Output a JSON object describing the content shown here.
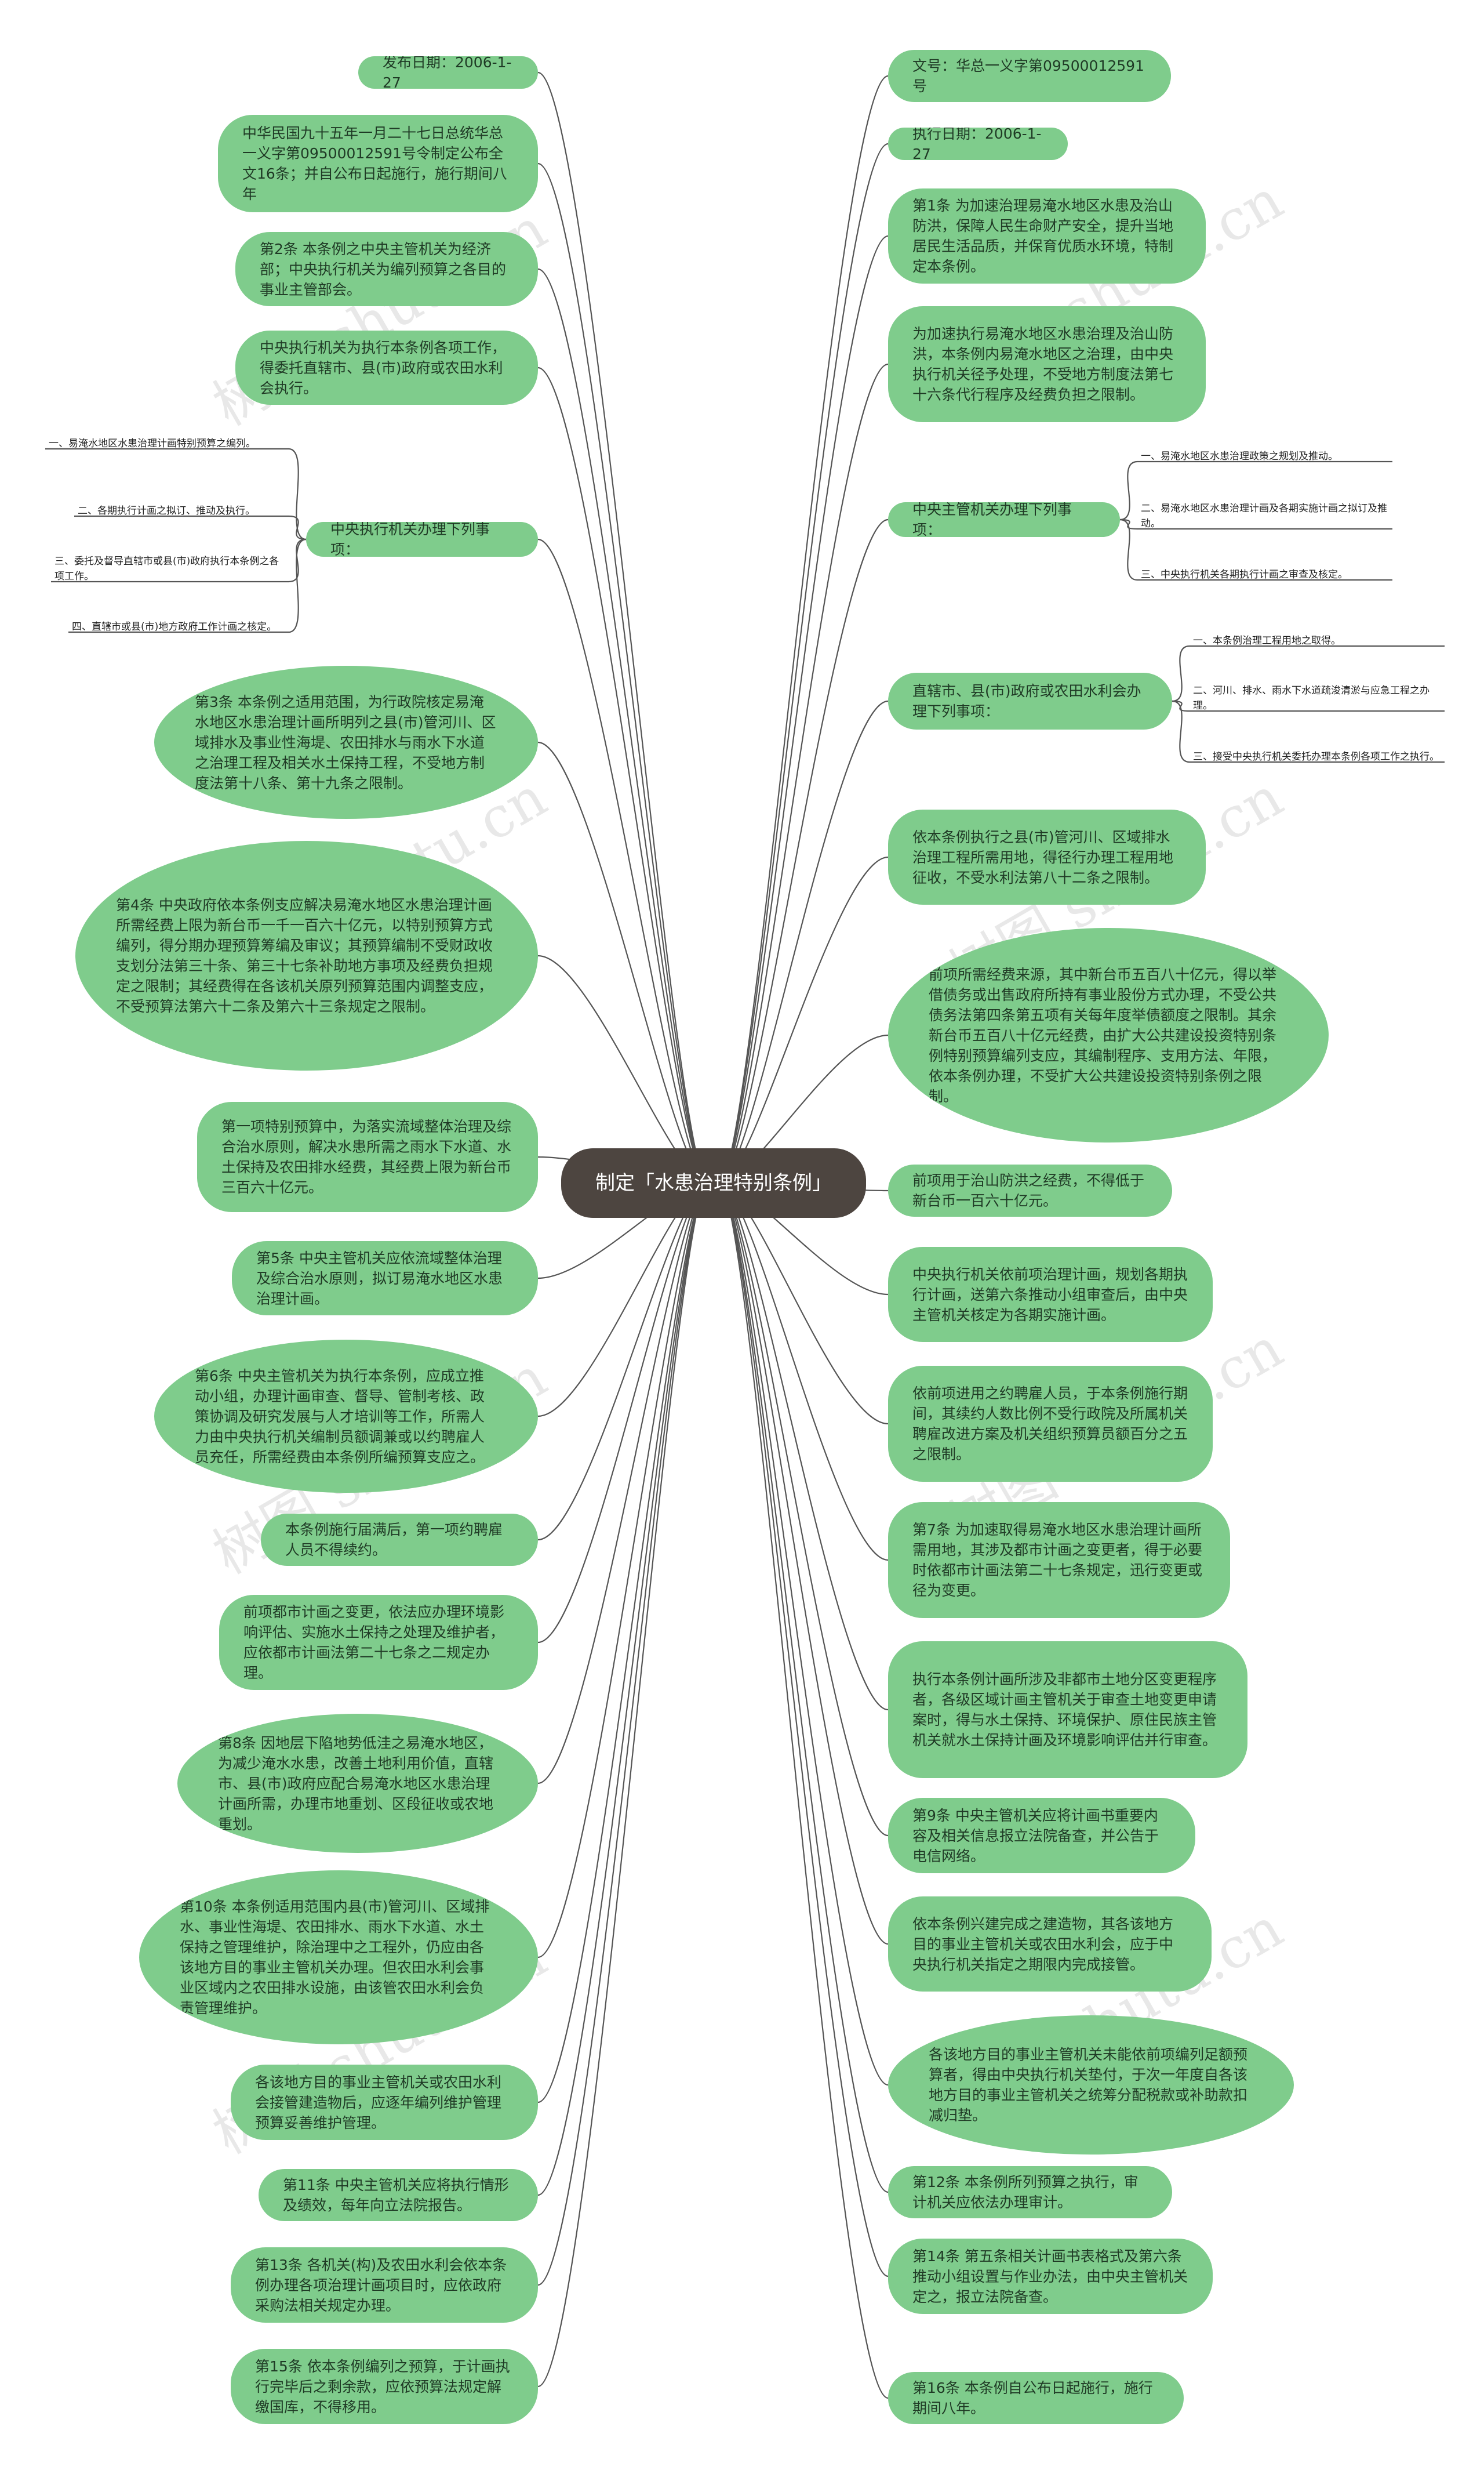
{
  "root": {
    "text": "制定「水患治理特别条例」"
  },
  "left": [
    {
      "text": "发布日期：2006-1-27"
    },
    {
      "text": "中华民国九十五年一月二十七日总统华总一义字第09500012591号令制定公布全文16条；并自公布日起施行，施行期间八年"
    },
    {
      "text": "第2条 本条例之中央主管机关为经济部；中央执行机关为编列预算之各目的事业主管部会。"
    },
    {
      "text": "中央执行机关为执行本条例各项工作，得委托直辖市、县(市)政府或农田水利会执行。"
    },
    {
      "text": "中央执行机关办理下列事项："
    },
    {
      "text": "第3条 本条例之适用范围，为行政院核定易淹水地区水患治理计画所明列之县(市)管河川、区域排水及事业性海堤、农田排水与雨水下水道之治理工程及相关水土保持工程，不受地方制度法第十八条、第十九条之限制。"
    },
    {
      "text": "第4条 中央政府依本条例支应解决易淹水地区水患治理计画所需经费上限为新台币一千一百六十亿元，以特别预算方式编列，得分期办理预算筹编及审议；其预算编制不受财政收支划分法第三十条、第三十七条补助地方事项及经费负担规定之限制；其经费得在各该机关原列预算范围内调整支应，不受预算法第六十二条及第六十三条规定之限制。"
    },
    {
      "text": "第一项特别预算中，为落实流域整体治理及综合治水原则，解决水患所需之雨水下水道、水土保持及农田排水经费，其经费上限为新台币三百六十亿元。"
    },
    {
      "text": "第5条 中央主管机关应依流域整体治理及综合治水原则，拟订易淹水地区水患治理计画。"
    },
    {
      "text": "第6条 中央主管机关为执行本条例，应成立推动小组，办理计画审查、督导、管制考核、政策协调及研究发展与人才培训等工作，所需人力由中央执行机关编制员额调兼或以约聘雇人员充任，所需经费由本条例所编预算支应之。"
    },
    {
      "text": "本条例施行届满后，第一项约聘雇人员不得续约。"
    },
    {
      "text": "前项都市计画之变更，依法应办理环境影响评估、实施水土保持之处理及维护者，应依都市计画法第二十七条之二规定办理。"
    },
    {
      "text": "第8条 因地层下陷地势低洼之易淹水地区，为减少淹水水患，改善土地利用价值，直辖市、县(市)政府应配合易淹水地区水患治理计画所需，办理市地重划、区段征收或农地重划。"
    },
    {
      "text": "第10条 本条例适用范围内县(市)管河川、区域排水、事业性海堤、农田排水、雨水下水道、水土保持之管理维护，除治理中之工程外，仍应由各该地方目的事业主管机关办理。但农田水利会事业区域内之农田排水设施，由该管农田水利会负责管理维护。"
    },
    {
      "text": "各该地方目的事业主管机关或农田水利会接管建造物后，应逐年编列维护管理预算妥善维护管理。"
    },
    {
      "text": "第11条 中央主管机关应将执行情形及绩效，每年向立法院报告。"
    },
    {
      "text": "第13条 各机关(构)及农田水利会依本条例办理各项治理计画项目时，应依政府采购法相关规定办理。"
    },
    {
      "text": "第15条 依本条例编列之预算，于计画执行完毕后之剩余款，应依预算法规定解缴国库，不得移用。"
    }
  ],
  "left_leaves": [
    {
      "text": "一、易淹水地区水患治理计画特别预算之编列。"
    },
    {
      "text": "二、各期执行计画之拟订、推动及执行。"
    },
    {
      "text": "三、委托及督导直辖市或县(市)政府执行本条例之各项工作。"
    },
    {
      "text": "四、直辖市或县(市)地方政府工作计画之核定。"
    }
  ],
  "right": [
    {
      "text": "文号：华总一义字第09500012591号"
    },
    {
      "text": "执行日期：2006-1-27"
    },
    {
      "text": "第1条 为加速治理易淹水地区水患及治山防洪，保障人民生命财产安全，提升当地居民生活品质，并保育优质水环境，特制定本条例。"
    },
    {
      "text": "为加速执行易淹水地区水患治理及治山防洪，本条例内易淹水地区之治理，由中央执行机关径予处理，不受地方制度法第七十六条代行程序及经费负担之限制。"
    },
    {
      "text": "中央主管机关办理下列事项："
    },
    {
      "text": "直辖市、县(市)政府或农田水利会办理下列事项："
    },
    {
      "text": "依本条例执行之县(市)管河川、区域排水治理工程所需用地，得径行办理工程用地征收，不受水利法第八十二条之限制。"
    },
    {
      "text": "前项所需经费来源，其中新台币五百八十亿元，得以举借债务或出售政府所持有事业股份方式办理，不受公共债务法第四条第五项有关每年度举债额度之限制。其余新台币五百八十亿元经费，由扩大公共建设投资特别条例特别预算编列支应，其编制程序、支用方法、年限，依本条例办理，不受扩大公共建设投资特别条例之限制。"
    },
    {
      "text": "前项用于治山防洪之经费，不得低于新台币一百六十亿元。"
    },
    {
      "text": "中央执行机关依前项治理计画，规划各期执行计画，送第六条推动小组审查后，由中央主管机关核定为各期实施计画。"
    },
    {
      "text": "依前项进用之约聘雇人员，于本条例施行期间，其续约人数比例不受行政院及所属机关聘雇改进方案及机关组织预算员额百分之五之限制。"
    },
    {
      "text": "第7条 为加速取得易淹水地区水患治理计画所需用地，其涉及都市计画之变更者，得于必要时依都市计画法第二十七条规定，迅行变更或径为变更。"
    },
    {
      "text": "执行本条例计画所涉及非都市土地分区变更程序者，各级区域计画主管机关于审查土地变更申请案时，得与水土保持、环境保护、原住民族主管机关就水土保持计画及环境影响评估并行审查。"
    },
    {
      "text": "第9条 中央主管机关应将计画书重要内容及相关信息报立法院备查，并公告于电信网络。"
    },
    {
      "text": "依本条例兴建完成之建造物，其各该地方目的事业主管机关或农田水利会，应于中央执行机关指定之期限内完成接管。"
    },
    {
      "text": "各该地方目的事业主管机关未能依前项编列足额预算者，得由中央执行机关垫付，于次一年度自各该地方目的事业主管机关之统筹分配税款或补助款扣减归垫。"
    },
    {
      "text": "第12条 本条例所列预算之执行，审计机关应依法办理审计。"
    },
    {
      "text": "第14条 第五条相关计画书表格式及第六条推动小组设置与作业办法，由中央主管机关定之，报立法院备查。"
    },
    {
      "text": "第16条 本条例自公布日起施行，施行期间八年。"
    }
  ],
  "right_leaves_a": [
    {
      "text": "一、易淹水地区水患治理政策之规划及推动。"
    },
    {
      "text": "二、易淹水地区水患治理计画及各期实施计画之拟订及推动。"
    },
    {
      "text": "三、中央执行机关各期执行计画之审查及核定。"
    }
  ],
  "right_leaves_b": [
    {
      "text": "一、本条例治理工程用地之取得。"
    },
    {
      "text": "二、河川、排水、雨水下水道疏浚清淤与应急工程之办理。"
    },
    {
      "text": "三、接受中央执行机关委托办理本条例各项工作之执行。"
    }
  ],
  "watermark": "树图 shutu.cn",
  "colors": {
    "node": "#7fcc8c",
    "root": "#4d4540",
    "line": "#555555"
  }
}
